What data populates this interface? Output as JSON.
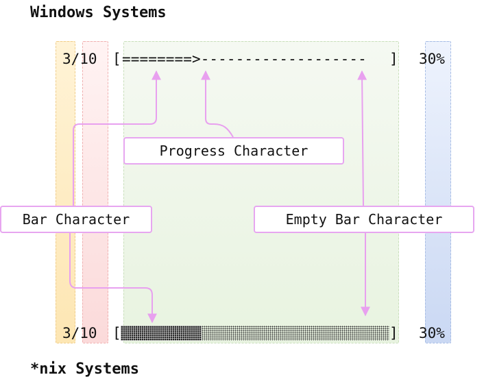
{
  "headings": {
    "windows": "Windows Systems",
    "unix": "*nix Systems"
  },
  "windows_row": {
    "count": "3/10",
    "open_bracket": "[",
    "bar": "========>-------------------",
    "close_bracket": "]",
    "percent": "30%"
  },
  "unix_row": {
    "count": "3/10",
    "open_bracket": "[",
    "close_bracket": "]",
    "percent": "30%",
    "progress_fraction": 0.3
  },
  "labels": {
    "progress_character": "Progress Character",
    "bar_character": "Bar Character",
    "empty_bar_character": "Empty Bar Character"
  },
  "colors": {
    "annotation": "#e8a0ef",
    "count_column": "#fde6b3",
    "bracket_column": "#fbdada",
    "bar_column": "#e8f3e0",
    "percent_column": "#cad8f3"
  }
}
